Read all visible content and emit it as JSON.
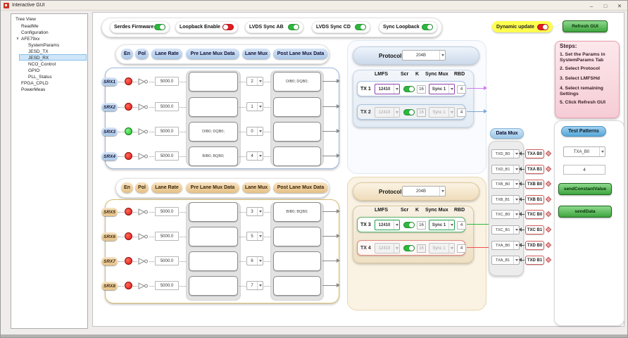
{
  "window": {
    "title": "Interactive GUI",
    "controls": {
      "minimize": "–",
      "maximize": "□",
      "close": "✕"
    }
  },
  "tree": {
    "root": "Tree View",
    "expander": "∨",
    "items": [
      {
        "label": "ReadMe"
      },
      {
        "label": "Configuration"
      },
      {
        "label": "AFE79xx",
        "expanded": true
      },
      {
        "label": "SystemParams"
      },
      {
        "label": "JESD_TX"
      },
      {
        "label": "JESD_RX",
        "selected": true
      },
      {
        "label": "NCO_Control"
      },
      {
        "label": "GPIO"
      },
      {
        "label": "PLL_Status"
      },
      {
        "label": "FPGA_CPLD"
      },
      {
        "label": "PowerMeas"
      }
    ]
  },
  "toolbar": {
    "toggles": [
      {
        "label": "Serdes Firmware",
        "state": "on",
        "color": "green"
      },
      {
        "label": "Loopback Enable",
        "state": "off",
        "color": "red"
      },
      {
        "label": "LVDS Sync AB",
        "state": "on",
        "color": "green"
      },
      {
        "label": "LVDS Sync CD",
        "state": "on",
        "color": "green"
      },
      {
        "label": "Sync Loopback",
        "state": "on",
        "color": "green"
      }
    ],
    "dynamic_update": {
      "label": "Dynamic update",
      "state": "on",
      "color": "red"
    },
    "refresh_button": "Refresh GUI"
  },
  "rx": {
    "groups": [
      {
        "theme": "blue",
        "headers": [
          "En",
          "Pol",
          "Lane Rate",
          "Pre Lane Mux Data",
          "Lane Mux",
          "Post Lane Mux Data"
        ],
        "rows": [
          {
            "label": "SRX1",
            "led": "red",
            "lane_rate": "5000.0",
            "pre": "",
            "lane_mux": "2",
            "post": "DIB0; DQB0;"
          },
          {
            "label": "SRX2",
            "led": "red",
            "lane_rate": "5000.0",
            "pre": "",
            "lane_mux": "1",
            "post": ""
          },
          {
            "label": "SRX3",
            "led": "green",
            "lane_rate": "5000.0",
            "pre": "DIB0; DQB0;",
            "lane_mux": "0",
            "post": ""
          },
          {
            "label": "SRX4",
            "led": "red",
            "lane_rate": "5000.0",
            "pre": "BIB0; BQB0;",
            "lane_mux": "4",
            "post": ""
          }
        ]
      },
      {
        "theme": "tan",
        "headers": [
          "En",
          "Pol",
          "Lane Rate",
          "Pre Lane Mux Data",
          "Lane Mux",
          "Post Lane Mux Data"
        ],
        "rows": [
          {
            "label": "SRX5",
            "led": "red",
            "lane_rate": "5000.0",
            "pre": "",
            "lane_mux": "3",
            "post": "BIB0; BQB0;"
          },
          {
            "label": "SRX6",
            "led": "red",
            "lane_rate": "5000.0",
            "pre": "",
            "lane_mux": "5",
            "post": ""
          },
          {
            "label": "SRX7",
            "led": "red",
            "lane_rate": "5000.0",
            "pre": "",
            "lane_mux": "6",
            "post": ""
          },
          {
            "label": "SRX8",
            "led": "red",
            "lane_rate": "5000.0",
            "pre": "",
            "lane_mux": "7",
            "post": ""
          }
        ]
      }
    ]
  },
  "tx": {
    "groups": [
      {
        "theme": "blue",
        "protocol_label": "Protocol",
        "protocol_value": "204B",
        "headers": [
          "LMFS",
          "Scr",
          "K",
          "Sync Mux",
          "RBD"
        ],
        "rows": [
          {
            "label": "TX 1",
            "lmfs": "12410",
            "scr": "on",
            "k": "16",
            "sync_mux": "Sync 1",
            "rbd": "4",
            "enabled": true,
            "arrow_color": "#cf7df0"
          },
          {
            "label": "TX 2",
            "lmfs": "12410",
            "scr": "on",
            "k": "16",
            "sync_mux": "Sync 1",
            "rbd": "4",
            "enabled": false,
            "arrow_color": "#7fa8d8"
          }
        ]
      },
      {
        "theme": "tan",
        "protocol_label": "Protocol",
        "protocol_value": "204B",
        "headers": [
          "LMFS",
          "Scr",
          "K",
          "Sync Mux",
          "RBD"
        ],
        "rows": [
          {
            "label": "TX 3",
            "lmfs": "12410",
            "scr": "on",
            "k": "16",
            "sync_mux": "Sync 1",
            "rbd": "4",
            "enabled": true,
            "arrow_color": "#2fba3f"
          },
          {
            "label": "TX 4",
            "lmfs": "12410",
            "scr": "on",
            "k": "16",
            "sync_mux": "Sync 1",
            "rbd": "4",
            "enabled": false,
            "arrow_color": "#f05050"
          }
        ]
      }
    ]
  },
  "data_mux": {
    "title": "Data Mux",
    "rows": [
      {
        "source": "TXD_B0",
        "target": "TXA B0"
      },
      {
        "source": "TXD_B1",
        "target": "TXA B1"
      },
      {
        "source": "TXB_B0",
        "target": "TXB B0"
      },
      {
        "source": "TXB_B1",
        "target": "TXB B1"
      },
      {
        "source": "TXC_B0",
        "target": "TXC B0"
      },
      {
        "source": "TXC_B1",
        "target": "TXC B1"
      },
      {
        "source": "TXA_B0",
        "target": "TXD B0"
      },
      {
        "source": "TXA_B1",
        "target": "TXD B1"
      }
    ]
  },
  "steps": {
    "title": "Steps:",
    "items": [
      "1. Set the Params in SystemParams Tab",
      "2. Select Protocol",
      "3. Select LMFSHd",
      "4. Select remaining Settings",
      "5. Click Refresh GUI"
    ]
  },
  "test_patterns": {
    "title": "Test Patterns",
    "channel": "TXA_B0",
    "value": "4",
    "buttons": [
      "sendConstantValue",
      "sendData"
    ]
  },
  "colors": {
    "toggle_on_green": "#2fb93f",
    "toggle_off_red": "#e51c23",
    "led_red": "#e01810",
    "led_green": "#16c11d",
    "tx1_arrow": "#cf7df0",
    "tx2_arrow": "#7fa8d8",
    "tx3_arrow": "#2fba3f",
    "tx4_arrow": "#f05050",
    "dynamic_update_bg": "#ffff4d",
    "refresh_button_green": "#3fa53f"
  }
}
